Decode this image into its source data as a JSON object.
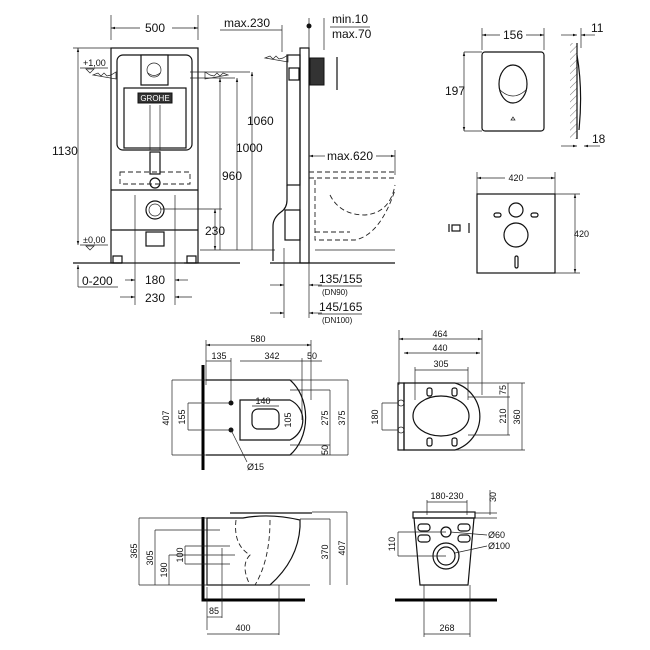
{
  "title": "Installation set technical drawing",
  "brand_mark": "GROHE",
  "frame": {
    "width": "500",
    "depth_max": "max.230",
    "plate_gap_min": "min.10",
    "plate_gap_max": "max.70",
    "total_height": "1130",
    "level_top": "+1,00",
    "level_zero": "±0,00",
    "h_1060": "1060",
    "h_1000": "1000",
    "h_960": "960",
    "outlet_height": "230",
    "floor_adjust": "0-200",
    "inner_180": "180",
    "inner_230": "230",
    "bowl_projection": "max.620",
    "pipe_dn90": "135/155",
    "pipe_dn90_note": "(DN90)",
    "pipe_dn100": "145/165",
    "pipe_dn100_note": "(DN100)"
  },
  "flush_plate": {
    "width": "156",
    "height": "197",
    "depth_top": "11",
    "depth_bottom": "18"
  },
  "sound_pad": {
    "width": "420",
    "height": "420"
  },
  "bowl_top": {
    "length": "580",
    "fix_offset": "135",
    "rim_length": "342",
    "front_offset": "50",
    "bolt_spacing": "155",
    "total_width": "407",
    "inner_length": "140",
    "inner_width": "105",
    "bowl_inner": "275",
    "bowl_width": "375",
    "rear_50": "50",
    "hole_diameter": "Ø15"
  },
  "seat": {
    "length": "464",
    "inner_length": "440",
    "opening": "305",
    "hinge_spacing": "180",
    "top_75": "75",
    "mid_210": "210",
    "width": "360"
  },
  "bowl_side": {
    "h_365": "365",
    "h_305": "305",
    "h_190": "190",
    "h_100": "100",
    "h_370": "370",
    "h_407": "407",
    "w_85": "85",
    "w_400": "400"
  },
  "bowl_rear": {
    "bolt_span": "180-230",
    "seat_thk": "30",
    "inlet_height": "110",
    "inlet_dia": "Ø60",
    "outlet_dia": "Ø100",
    "base_width": "268"
  }
}
